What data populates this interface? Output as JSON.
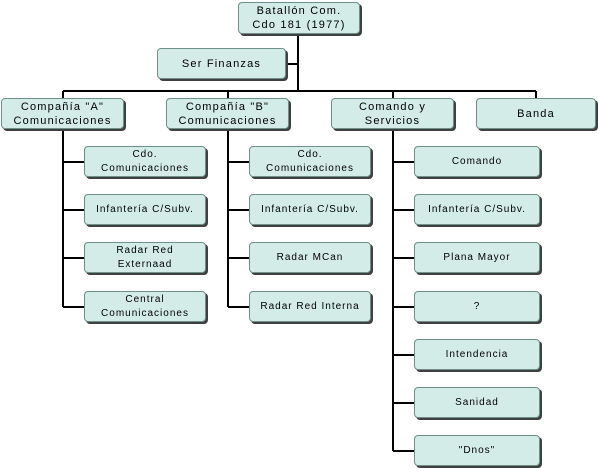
{
  "colors": {
    "box_fill": "#d4ece8",
    "box_border": "#6f8f8a",
    "connector": "#000000"
  },
  "top": {
    "line1": "Batallón Com.",
    "line2": "Cdo 181 (1977)"
  },
  "ser_finanzas": "Ser Finanzas",
  "units": {
    "a": {
      "title": "Compañía \"A\"\nComunicaciones",
      "items": [
        "Cdo.\nComunicaciones",
        "Infantería C/Subv.",
        "Radar Red\nExternaad",
        "Central\nComunicaciones"
      ]
    },
    "b": {
      "title": "Compañía \"B\"\nComunicaciones",
      "items": [
        "Cdo.\nComunicaciones",
        "Infantería C/Subv.",
        "Radar MCan",
        "Radar Red Interna"
      ]
    },
    "c": {
      "title": "Comando y\nServicios",
      "items": [
        "Comando",
        "Infantería C/Subv.",
        "Plana Mayor",
        "?",
        "Intendencia",
        "Sanidad",
        "\"Dnos\""
      ]
    },
    "banda": "Banda"
  }
}
